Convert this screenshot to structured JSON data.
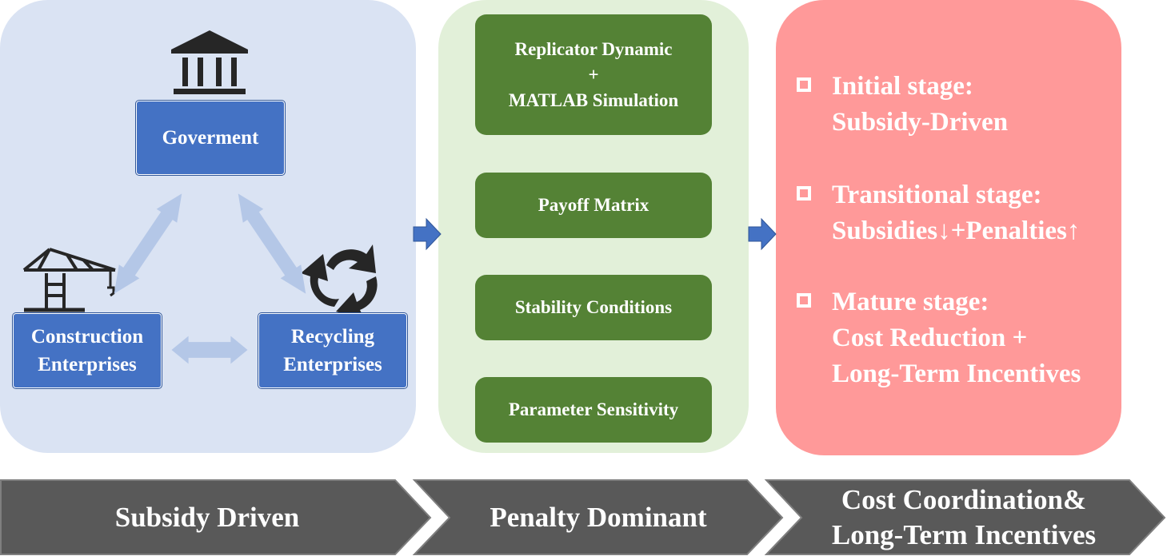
{
  "left_panel": {
    "government_label": "Goverment",
    "construction_label_line1": "Construction",
    "construction_label_line2": "Enterprises",
    "recycling_label_line1": "Recycling",
    "recycling_label_line2": "Enterprises",
    "icons": [
      "government-building-icon",
      "construction-crane-icon",
      "recycling-arrows-icon"
    ]
  },
  "middle_panel": {
    "replicator_line1": "Replicator Dynamic",
    "replicator_line2": "+",
    "replicator_line3": "MATLAB Simulation",
    "payoff": "Payoff Matrix",
    "stability": "Stability Conditions",
    "sensitivity": "Parameter Sensitivity"
  },
  "right_panel": {
    "stages": [
      {
        "line1": "Initial stage:",
        "line2": "Subsidy-Driven"
      },
      {
        "line1": "Transitional stage:",
        "line2": "Subsidies↓+Penalties↑"
      },
      {
        "line1": "Mature stage:",
        "line2": "Cost Reduction +",
        "line3": "Long-Term Incentives"
      }
    ]
  },
  "phases": {
    "phase1": "Subsidy Driven",
    "phase2": "Penalty Dominant",
    "phase3_line1": "Cost Coordination&",
    "phase3_line2": "Long-Term Incentives"
  },
  "colors": {
    "left_panel_bg": "#dae3f3",
    "middle_panel_bg": "#e2f0d9",
    "right_panel_bg": "#ff9999",
    "blue_box": "#4472c4",
    "green_box": "#548235",
    "chevron": "#595959",
    "arrow": "#4472c4",
    "double_arrow": "#b4c7e7"
  }
}
